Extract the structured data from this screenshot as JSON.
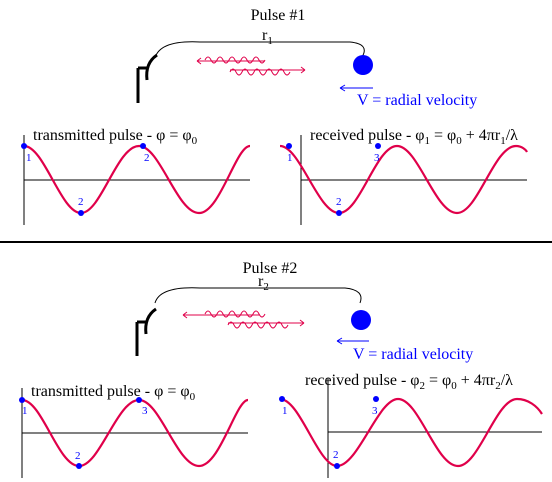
{
  "pulse1": {
    "title": "Pulse #1",
    "range": "r",
    "range_sub": "1",
    "velocity": "V = radial velocity",
    "transmitted": {
      "text": "transmitted pulse - φ = φ",
      "sub": "0",
      "points": [
        "1",
        "2",
        "2"
      ]
    },
    "received": {
      "pre": "received pulse - φ",
      "s1": "1",
      "mid1": " = φ",
      "s2": "0",
      "mid2": " + 4πr",
      "s3": "1",
      "post": "/λ",
      "points": [
        "1",
        "2",
        "3"
      ]
    }
  },
  "pulse2": {
    "title": "Pulse #2",
    "range": "r",
    "range_sub": "2",
    "velocity": "V = radial velocity",
    "transmitted": {
      "text": "transmitted pulse - φ = φ",
      "sub": "0",
      "points": [
        "1",
        "2",
        "3"
      ]
    },
    "received": {
      "pre": "received pulse - φ",
      "s1": "2",
      "mid1": " = φ",
      "s2": "0",
      "mid2": " + 4πr",
      "s3": "2",
      "post": "/λ",
      "points": [
        "1",
        "2",
        "3"
      ]
    }
  },
  "colors": {
    "wave": "#e0004a",
    "marker": "#0000ff",
    "target": "#0000ff",
    "divider": "#000000"
  },
  "icons": [
    "radar-antenna-icon",
    "target-icon",
    "velocity-arrow-icon"
  ]
}
